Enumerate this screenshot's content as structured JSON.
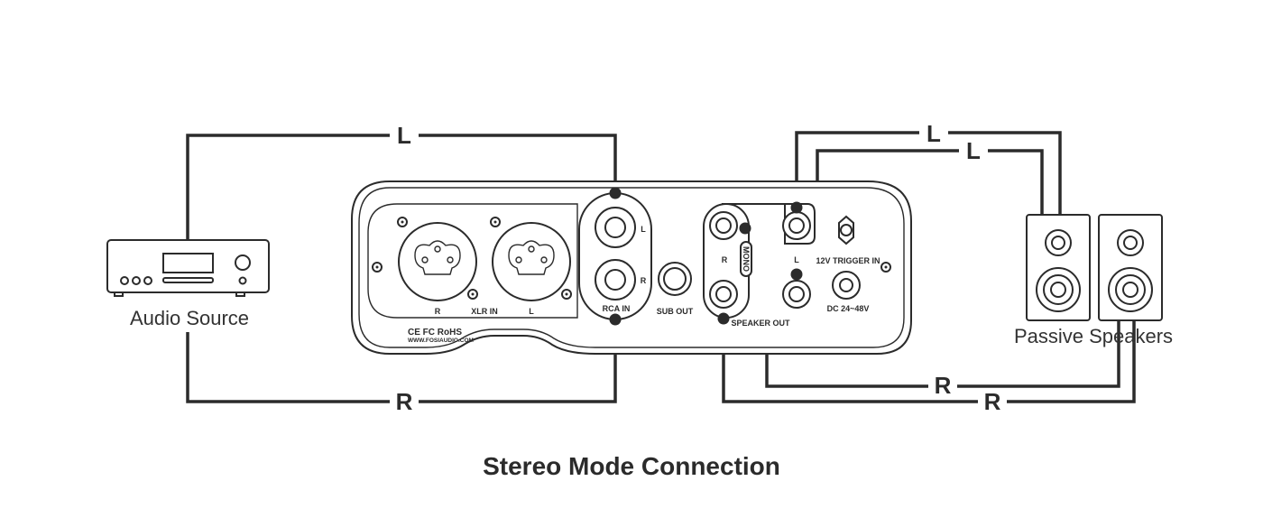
{
  "caption": "Stereo Mode Connection",
  "devices": {
    "source_label": "Audio Source",
    "speakers_label": "Passive Speakers"
  },
  "wires": {
    "input_left": "L",
    "input_right": "R",
    "speaker_left_1": "L",
    "speaker_left_2": "L",
    "speaker_right_1": "R",
    "speaker_right_2": "R"
  },
  "amp_panel": {
    "xlr_r": "R",
    "xlr_in": "XLR IN",
    "xlr_l": "L",
    "rca_l": "L",
    "rca_r": "R",
    "rca_in": "RCA IN",
    "sub_out": "SUB OUT",
    "speaker_r": "R",
    "mono": "MONO",
    "speaker_l": "L",
    "speaker_out": "SPEAKER OUT",
    "trigger_in": "12V TRIGGER IN",
    "dc_in": "DC 24~48V",
    "certification_marks": "CE FC RoHS",
    "website": "WWW.FOSIAUDIO.COM"
  }
}
